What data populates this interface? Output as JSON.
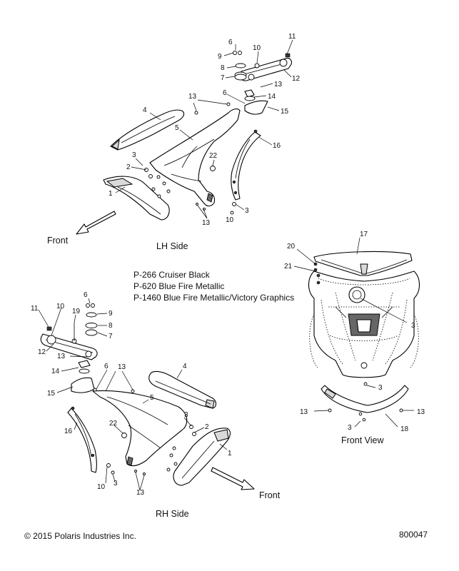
{
  "colors": {
    "line": "#000000",
    "background": "#ffffff",
    "shade": "#d9d9d9"
  },
  "lh_side": {
    "caption": "LH Side",
    "front_label": "Front",
    "callouts": {
      "c1": "1",
      "c2": "2",
      "c3a": "3",
      "c3b": "3",
      "c4": "4",
      "c5": "5",
      "c6a": "6",
      "c6b": "6",
      "c7": "7",
      "c8": "8",
      "c9": "9",
      "c10a": "10",
      "c10b": "10",
      "c11": "11",
      "c12": "12",
      "c13a": "13",
      "c13b": "13",
      "c13c": "13",
      "c14": "14",
      "c15": "15",
      "c16": "16",
      "c22": "22"
    }
  },
  "rh_side": {
    "caption": "RH Side",
    "front_label": "Front",
    "callouts": {
      "c1": "1",
      "c2": "2",
      "c3a": "3",
      "c3b": "3",
      "c4": "4",
      "c5": "5",
      "c6a": "6",
      "c6b": "6",
      "c7": "7",
      "c8": "8",
      "c9": "9",
      "c10a": "10",
      "c10b": "10",
      "c11": "11",
      "c12": "12",
      "c13a": "13",
      "c13b": "13",
      "c13c": "13",
      "c14": "14",
      "c15": "15",
      "c16": "16",
      "c19": "19",
      "c22": "22"
    }
  },
  "front_view": {
    "caption": "Front View",
    "callouts": {
      "c3a": "3",
      "c3b": "3",
      "c3c": "3",
      "c13a": "13",
      "c13b": "13",
      "c17": "17",
      "c18": "18",
      "c20": "20",
      "c21": "21"
    }
  },
  "paint_legend": [
    "P-266  Cruiser Black",
    "P-620  Blue Fire Metallic",
    "P-1460 Blue Fire Metallic/Victory Graphics"
  ],
  "footer": {
    "copyright": "© 2015 Polaris Industries Inc.",
    "drawing_number": "800047"
  }
}
